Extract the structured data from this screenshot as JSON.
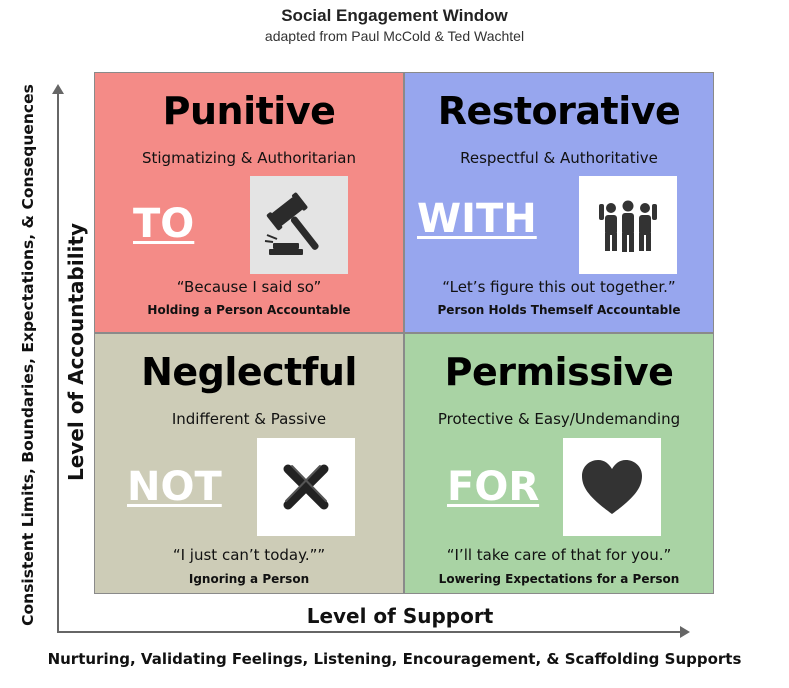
{
  "header": {
    "title": "Social Engagement Window",
    "subtitle": "adapted from Paul McCold & Ted Wachtel"
  },
  "axes": {
    "y_outer": "Consistent Limits, Boundaries, Expectations, & Consequences",
    "y_inner": "Level of Accountability",
    "x_inner": "Level of Support",
    "x_outer": "Nurturing, Validating Feelings, Listening, Encouragement, & Scaffolding Supports"
  },
  "quadrants": [
    {
      "title": "Punitive",
      "subtitle": "Stigmatizing & Authoritarian",
      "word": "TO",
      "icon": "gavel-icon",
      "quote": "“Because I said so”",
      "caption": "Holding a Person Accountable",
      "color": "#f48b87"
    },
    {
      "title": "Restorative",
      "subtitle": "Respectful & Authoritative",
      "word": "WITH",
      "icon": "people-group-icon",
      "quote": "“Let’s figure this out together.”",
      "caption": "Person Holds Themself Accountable",
      "color": "#97a6ee"
    },
    {
      "title": "Neglectful",
      "subtitle": "Indifferent & Passive",
      "word": "NOT",
      "icon": "x-mark-icon",
      "quote": "“I just can’t today.””",
      "caption": "Ignoring a Person",
      "color": "#cdccb7"
    },
    {
      "title": "Permissive",
      "subtitle": "Protective & Easy/Undemanding",
      "word": "FOR",
      "icon": "heart-icon",
      "quote": "“I’ll take care of that for you.”",
      "caption": "Lowering Expectations for a Person",
      "color": "#a9d3a4"
    }
  ]
}
